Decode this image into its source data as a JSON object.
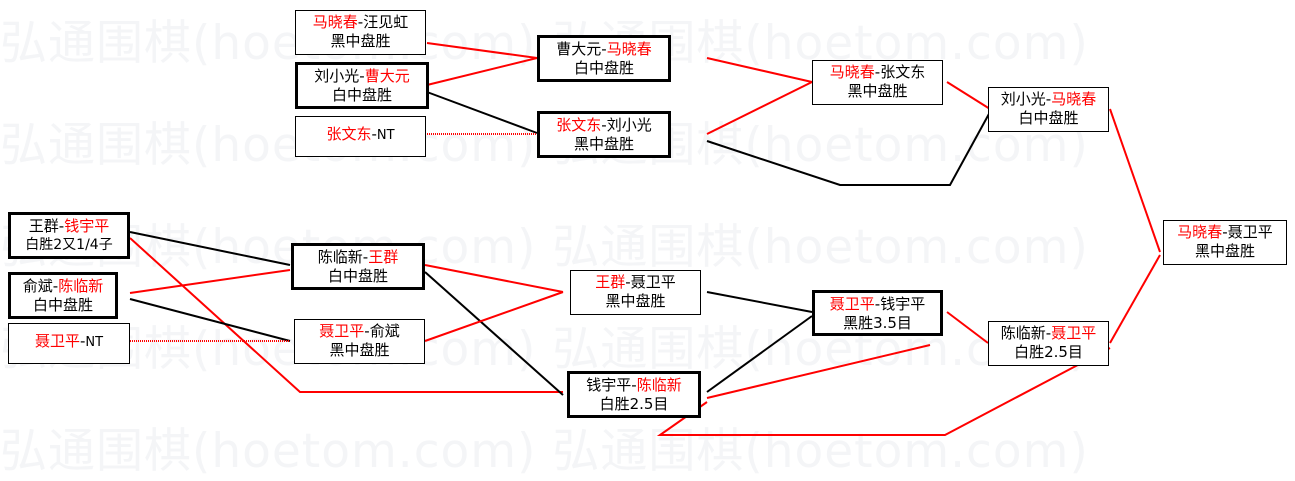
{
  "watermark": {
    "text": "弘通围棋(hoetom.com)   弘通围棋(hoetom.com)",
    "color": "#f4f5f7",
    "rows": [
      "弘通围棋(hoetom.com)  弘通围棋(hoetom.com)",
      "弘通围棋(hoetom.com)  弘通围棋(hoetom.com)",
      "弘通围棋(hoetom.com)  弘通围棋(hoetom.com)",
      "弘通围棋(hoetom.com)  弘通围棋(hoetom.com)",
      "弘通围棋(hoetom.com)  弘通围棋(hoetom.com)",
      "弘通围棋(hoetom.com)  弘通围棋(hoetom.com)"
    ]
  },
  "colors": {
    "winner": "#ff0000",
    "loser": "#000000",
    "win_link": "#ff0000",
    "lose_link": "#000000",
    "box_border": "#000000"
  },
  "matches": [
    {
      "id": "m1",
      "p1": "马晓春",
      "p1_winner": true,
      "sep": "-",
      "p2": "汪见虹",
      "p2_winner": false,
      "result": "黑中盘胜",
      "thick": false
    },
    {
      "id": "m2",
      "p1": "刘小光",
      "p1_winner": false,
      "sep": "-",
      "p2": "曹大元",
      "p2_winner": true,
      "result": "白中盘胜",
      "thick": true
    },
    {
      "id": "m3",
      "p1": "张文东",
      "p1_winner": true,
      "sep": "-",
      "p2": "NT",
      "p2_winner": false,
      "result": "",
      "thick": false
    },
    {
      "id": "m4",
      "p1": "曹大元",
      "p1_winner": false,
      "sep": "-",
      "p2": "马晓春",
      "p2_winner": true,
      "result": "白中盘胜",
      "thick": true
    },
    {
      "id": "m5",
      "p1": "张文东",
      "p1_winner": true,
      "sep": "-",
      "p2": "刘小光",
      "p2_winner": false,
      "result": "黑中盘胜",
      "thick": true
    },
    {
      "id": "m6",
      "p1": "马晓春",
      "p1_winner": true,
      "sep": "-",
      "p2": "张文东",
      "p2_winner": false,
      "result": "黑中盘胜",
      "thick": false
    },
    {
      "id": "m7",
      "p1": "刘小光",
      "p1_winner": false,
      "sep": "-",
      "p2": "马晓春",
      "p2_winner": true,
      "result": "白中盘胜",
      "thick": false
    },
    {
      "id": "m8",
      "p1": "王群",
      "p1_winner": false,
      "sep": "-",
      "p2": "钱宇平",
      "p2_winner": true,
      "result": "白胜2又1/4子",
      "thick": true
    },
    {
      "id": "m9",
      "p1": "俞斌",
      "p1_winner": false,
      "sep": "-",
      "p2": "陈临新",
      "p2_winner": true,
      "result": "白中盘胜",
      "thick": true
    },
    {
      "id": "m10",
      "p1": "聂卫平",
      "p1_winner": true,
      "sep": "-",
      "p2": "NT",
      "p2_winner": false,
      "result": "",
      "thick": false
    },
    {
      "id": "m11",
      "p1": "陈临新",
      "p1_winner": false,
      "sep": "-",
      "p2": "王群",
      "p2_winner": true,
      "result": "白中盘胜",
      "thick": true
    },
    {
      "id": "m12",
      "p1": "聂卫平",
      "p1_winner": true,
      "sep": "-",
      "p2": "俞斌",
      "p2_winner": false,
      "result": "黑中盘胜",
      "thick": false
    },
    {
      "id": "m13",
      "p1": "王群",
      "p1_winner": true,
      "sep": "-",
      "p2": "聂卫平",
      "p2_winner": false,
      "result": "黑中盘胜",
      "thick": false
    },
    {
      "id": "m14",
      "p1": "钱宇平",
      "p1_winner": false,
      "sep": "-",
      "p2": "陈临新",
      "p2_winner": true,
      "result": "白胜2.5目",
      "thick": true
    },
    {
      "id": "m15",
      "p1": "聂卫平",
      "p1_winner": true,
      "sep": "-",
      "p2": "钱宇平",
      "p2_winner": false,
      "result": "黑胜3.5目",
      "thick": true
    },
    {
      "id": "m16",
      "p1": "陈临新",
      "p1_winner": false,
      "sep": "-",
      "p2": "聂卫平",
      "p2_winner": true,
      "result": "白胜2.5目",
      "thick": false
    },
    {
      "id": "m17",
      "p1": "马晓春",
      "p1_winner": true,
      "sep": "-",
      "p2": "聂卫平",
      "p2_winner": false,
      "result": "黑中盘胜",
      "thick": false
    }
  ]
}
